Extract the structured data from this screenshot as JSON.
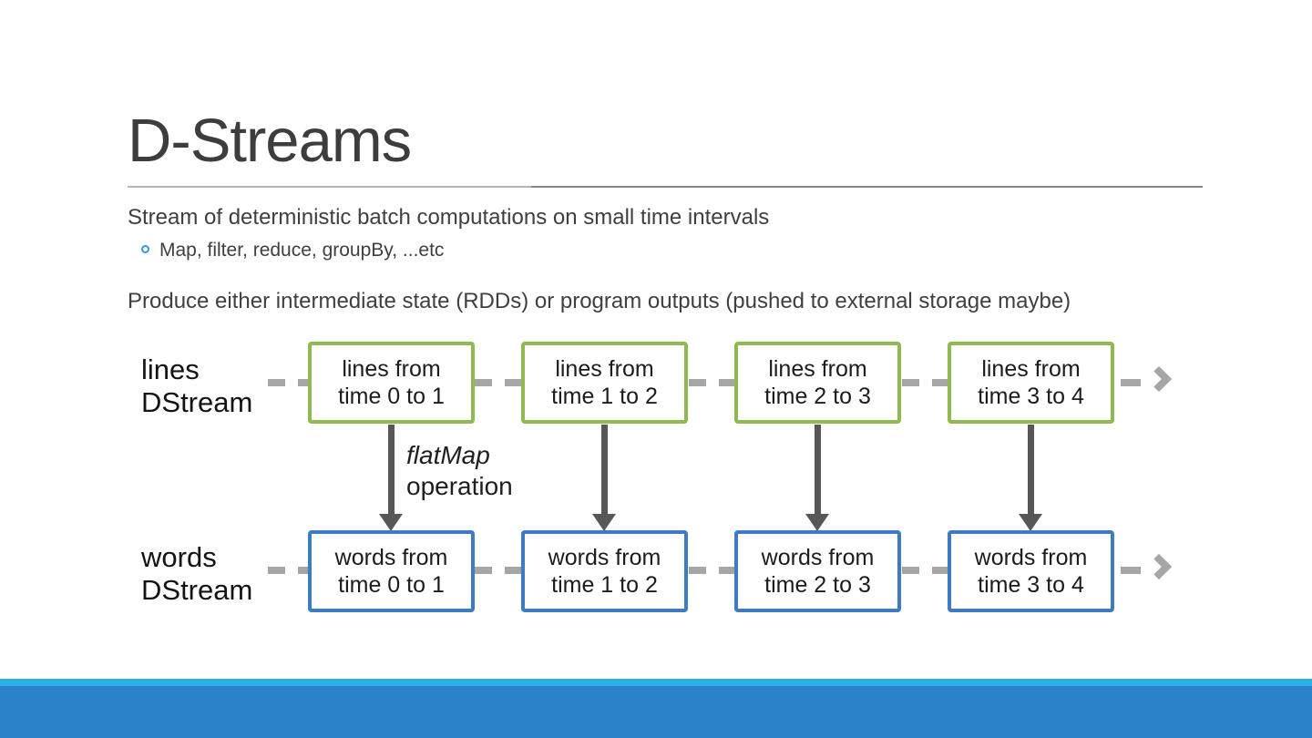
{
  "slide": {
    "title": "D-Streams",
    "body_line1": "Stream of deterministic batch computations on small time intervals",
    "bullet1": "Map, filter, reduce, groupBy, ...etc",
    "body_line2": "Produce either intermediate state (RDDs) or program outputs (pushed to external storage maybe)"
  },
  "diagram": {
    "row_top": {
      "label_line1": "lines",
      "label_line2": "DStream",
      "boxes": [
        {
          "line1": "lines from",
          "line2": "time 0 to 1"
        },
        {
          "line1": "lines from",
          "line2": "time 1 to 2"
        },
        {
          "line1": "lines from",
          "line2": "time 2 to 3"
        },
        {
          "line1": "lines from",
          "line2": "time 3 to 4"
        }
      ]
    },
    "row_bottom": {
      "label_line1": "words",
      "label_line2": "DStream",
      "boxes": [
        {
          "line1": "words from",
          "line2": "time 0 to 1"
        },
        {
          "line1": "words from",
          "line2": "time 1 to 2"
        },
        {
          "line1": "words from",
          "line2": "time 2 to 3"
        },
        {
          "line1": "words from",
          "line2": "time 3 to 4"
        }
      ]
    },
    "operation_label_italic": "flatMap",
    "operation_label_rest": "operation"
  },
  "colors": {
    "title_text": "#3d3d3d",
    "body_text": "#3f3f3f",
    "bullet_marker": "#2e9bd6",
    "lines_box_border": "#8fba51",
    "words_box_border": "#3e7cc2",
    "dashed_connector": "#a6a6a6",
    "solid_arrow": "#575757",
    "footer_strip_light": "#27b0e3",
    "footer_band_dark": "#2b81c5"
  }
}
